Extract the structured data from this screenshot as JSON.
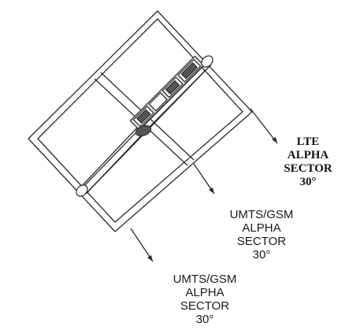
{
  "labels": {
    "lte_alpha": [
      "LTE",
      "ALPHA",
      "SECTOR",
      "30°"
    ],
    "umts_gsm_alpha_1": [
      "UMTS/GSM",
      "ALPHA",
      "SECTOR",
      "30°"
    ],
    "umts_gsm_alpha_2": [
      "UMTS/GSM",
      "ALPHA",
      "SECTOR",
      "30°"
    ]
  },
  "colors": {
    "line": "#2a2a2a",
    "equipment_fill": "#dcdcdc",
    "antenna_dark": "#555555",
    "paper": "#ffffff"
  }
}
